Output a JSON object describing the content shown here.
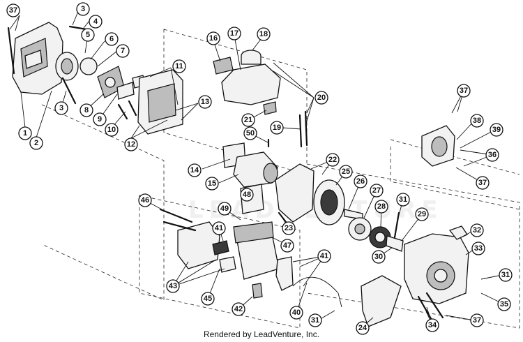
{
  "footer": "Rendered by LeadVenture, Inc.",
  "watermark": "LEADVENTURE",
  "callouts": [
    "37",
    "3",
    "4",
    "5",
    "6",
    "7",
    "1",
    "2",
    "3",
    "8",
    "9",
    "10",
    "11",
    "12",
    "13",
    "16",
    "17",
    "18",
    "20",
    "21",
    "19",
    "50",
    "14",
    "15",
    "37",
    "38",
    "39",
    "36",
    "37",
    "22",
    "25",
    "26",
    "27",
    "28",
    "31",
    "29",
    "30",
    "32",
    "33",
    "31",
    "35",
    "34",
    "37",
    "48",
    "49",
    "47",
    "46",
    "41",
    "43",
    "41",
    "45",
    "42",
    "40",
    "31",
    "23",
    "24"
  ]
}
